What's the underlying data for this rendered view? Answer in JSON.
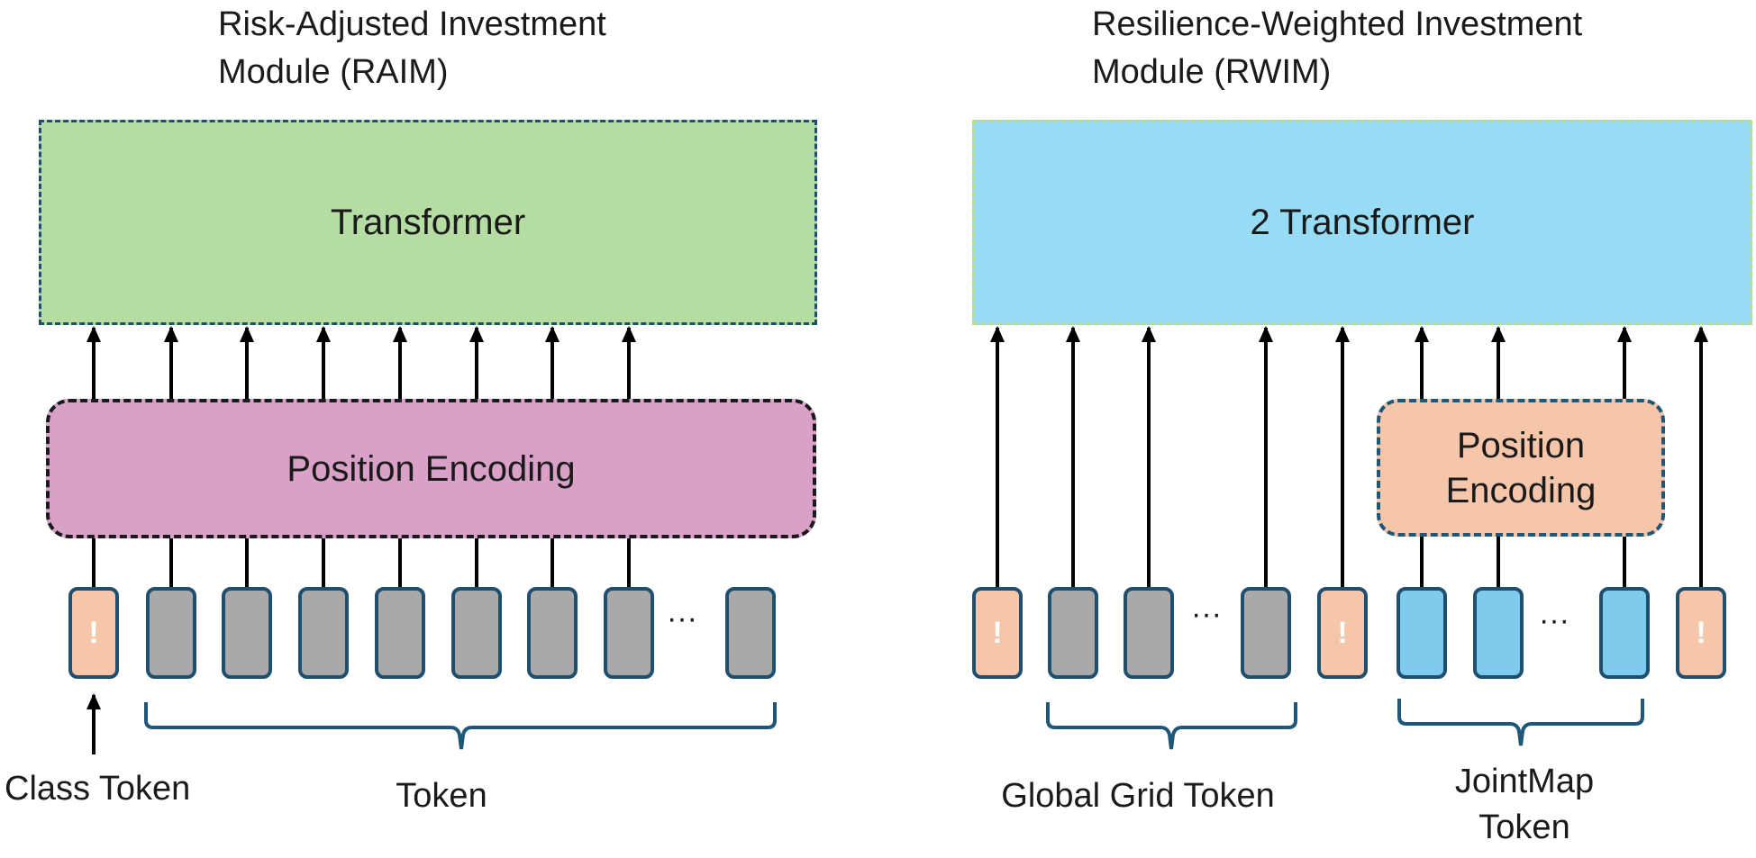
{
  "left_module": {
    "title_line1": "Risk-Adjusted Investment",
    "title_line2": "Module (RAIM)",
    "transformer_label": "Transformer",
    "encoding_label": "Position Encoding",
    "class_token_symbol": "!",
    "ellipsis": "···",
    "class_token_label": "Class Token",
    "token_label": "Token",
    "colors": {
      "transformer": "#b5dca2",
      "encoding": "#d9a0c8",
      "token": "#a9a9a9",
      "class_token": "#f6c6aa"
    }
  },
  "right_module": {
    "title_line1": "Resilience-Weighted Investment",
    "title_line2": "Module (RWIM)",
    "transformer_label": "2 Transformer",
    "encoding_line1": "Position",
    "encoding_line2": "Encoding",
    "class_token_symbol": "!",
    "ellipsis": "···",
    "global_grid_label": "Global Grid Token",
    "jointmap_line1": "JointMap",
    "jointmap_line2": "Token",
    "colors": {
      "transformer": "#98dbf5",
      "encoding": "#f6c6aa",
      "grid_token": "#a9a9a9",
      "joint_token": "#7ecbee",
      "class_token": "#f6c6aa"
    }
  }
}
